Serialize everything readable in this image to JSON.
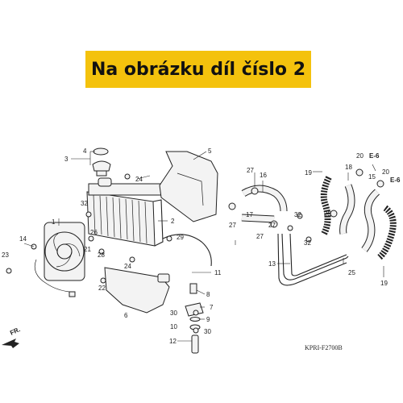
{
  "banner": {
    "title": "Na obrázku díl číslo 2",
    "background": "#f4c20d"
  },
  "diagram": {
    "callouts": [
      "1",
      "2",
      "3",
      "4",
      "5",
      "6",
      "7",
      "8",
      "9",
      "10",
      "11",
      "12",
      "13",
      "14",
      "15",
      "16",
      "17",
      "18",
      "19",
      "20",
      "21",
      "22",
      "23",
      "24",
      "25",
      "26",
      "27",
      "28",
      "29",
      "30",
      "32"
    ],
    "refs": [
      "E-6",
      "E-6"
    ],
    "direction_label": "FR.",
    "code": "KPRI-F2700B"
  }
}
